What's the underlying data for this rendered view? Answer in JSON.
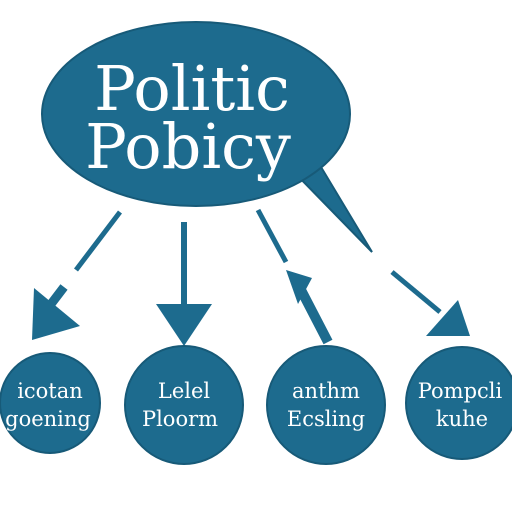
{
  "colors": {
    "background": "#ffffff",
    "node_fill": "#1d6b8e",
    "node_stroke": "#175a78",
    "text": "#ffffff"
  },
  "main_node": {
    "line1": "Politic",
    "line2": "Pobicy"
  },
  "child_nodes": [
    {
      "line1": "icotan",
      "line2": "goening",
      "arrow_direction": "down"
    },
    {
      "line1": "Lelel",
      "line2": "Ploorm",
      "arrow_direction": "down"
    },
    {
      "line1": "anthm",
      "line2": "Ecsling",
      "arrow_direction": "up"
    },
    {
      "line1": "Pompcli",
      "line2": "kuhe",
      "arrow_direction": "down"
    }
  ]
}
